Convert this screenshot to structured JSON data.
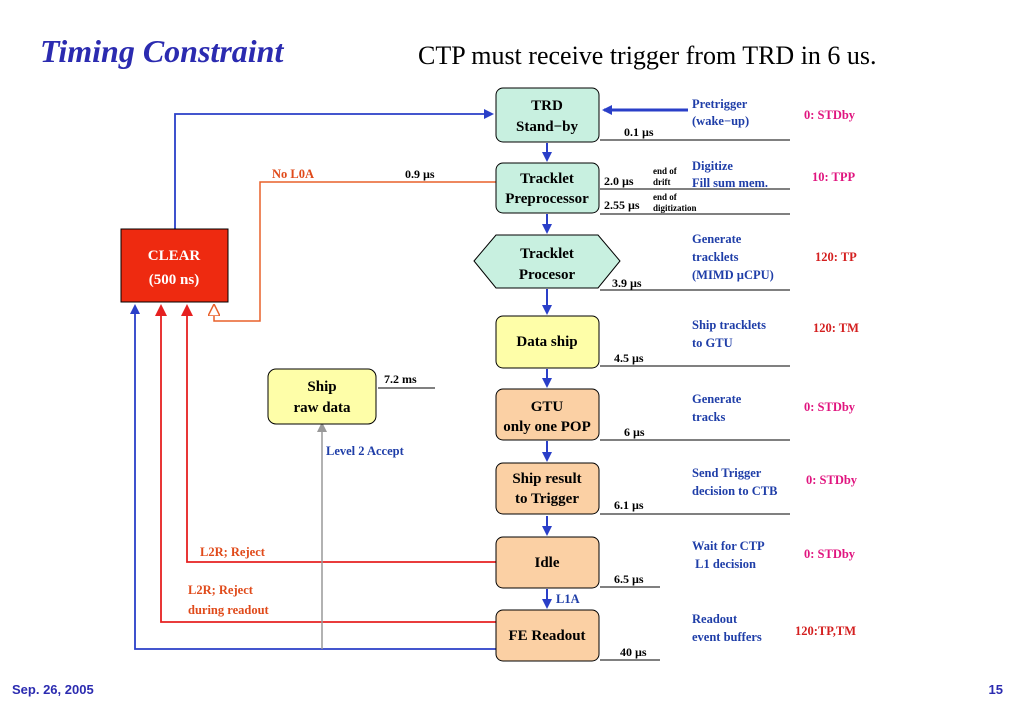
{
  "title": "Timing Constraint",
  "subtitle": "CTP must receive trigger from TRD in 6 us.",
  "clear": {
    "line1": "CLEAR",
    "line2": "(500 ns)"
  },
  "ship_raw": {
    "line1": "Ship",
    "line2": "raw data",
    "time": "7.2 ms",
    "accept": "Level 2 Accept"
  },
  "stages": [
    {
      "line1": "TRD",
      "line2": "Stand−by",
      "time": "0.1 µs",
      "desc1": "Pretrigger",
      "desc2": "(wake−up)",
      "desc3": "",
      "state": "0: STDby"
    },
    {
      "line1": "Tracklet",
      "line2": "Preprocessor",
      "time": "2.0 µs",
      "time2": "2.55 µs",
      "note1a": "end of",
      "note1b": "drift",
      "note2a": "end of",
      "note2b": "digitization",
      "desc1": "Digitize",
      "desc2": "Fill sum mem.",
      "desc3": "",
      "state": "10: TPP"
    },
    {
      "line1": "Tracklet",
      "line2": "Procesor",
      "time": "3.9 µs",
      "desc1": "Generate",
      "desc2": "tracklets",
      "desc3": "(MIMD µCPU)",
      "state": "120: TP"
    },
    {
      "line1": "Data ship",
      "line2": "",
      "time": "4.5 µs",
      "desc1": "Ship tracklets",
      "desc2": "to GTU",
      "desc3": "",
      "state": "120: TM"
    },
    {
      "line1": "GTU",
      "line2": "only one POP",
      "time": "6 µs",
      "desc1": "Generate",
      "desc2": "tracks",
      "desc3": "",
      "state": "0: STDby"
    },
    {
      "line1": "Ship result",
      "line2": "to Trigger",
      "time": "6.1 µs",
      "desc1": "Send Trigger",
      "desc2": "decision to CTB",
      "desc3": "",
      "state": "0: STDby"
    },
    {
      "line1": "Idle",
      "line2": "",
      "time": "6.5 µs",
      "desc1": "Wait for CTP",
      "desc2": " L1 decision",
      "desc3": "",
      "state": "0: STDby"
    },
    {
      "line1": "FE Readout",
      "line2": "",
      "time": "40 µs",
      "desc1": "Readout",
      "desc2": "event buffers",
      "desc3": "",
      "state": "120:TP,TM"
    }
  ],
  "labels": {
    "no_l0a": "No L0A",
    "no_l0a_time": "0.9 µs",
    "l2r_reject": "L2R; Reject",
    "l2r_reject_readout1": "L2R; Reject",
    "l2r_reject_readout2": "during readout",
    "l1a": "L1A"
  },
  "footer": {
    "date": "Sep. 26, 2005",
    "page": "15"
  },
  "colors": {
    "teal_box": "#c8f0e0",
    "yellow_box": "#fefea8",
    "orange_box": "#fbd0a4",
    "clear_box": "#ee2a10",
    "blue_arrow": "#2a3fc8",
    "red_arrow": "#e62020",
    "orange_line": "#e8602a",
    "gray_arrow": "#999999"
  }
}
